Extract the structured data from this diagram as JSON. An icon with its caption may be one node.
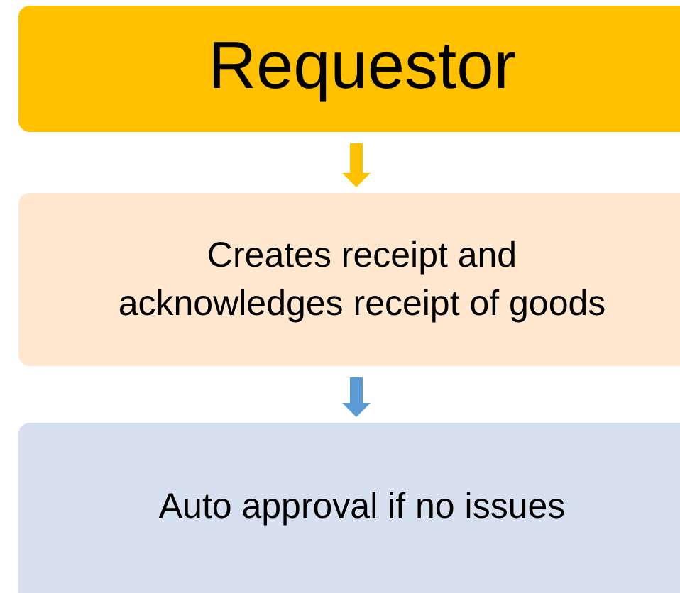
{
  "diagram": {
    "nodes": [
      {
        "text": [
          "Requestor"
        ]
      },
      {
        "text": [
          "Creates receipt and acknowledges receipt of goods"
        ]
      },
      {
        "text": [
          "Auto approval if no issues"
        ]
      }
    ],
    "edges": [
      {
        "from": 0,
        "to": 1,
        "arrow": "to",
        "color": "#ffc000"
      },
      {
        "from": 1,
        "to": 2,
        "arrow": "to",
        "color": "#5b9bd5"
      }
    ]
  }
}
